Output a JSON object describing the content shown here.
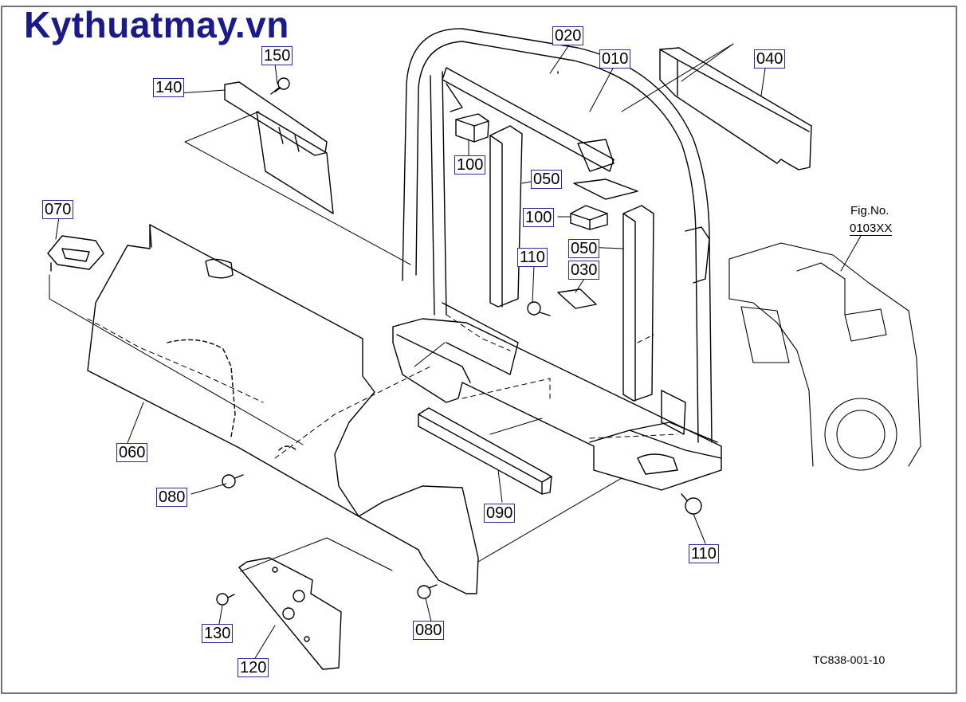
{
  "site": {
    "title": "Kythuatmay.vn"
  },
  "callouts": {
    "p010": "010",
    "p020": "020",
    "p030": "030",
    "p040": "040",
    "p050a": "050",
    "p050b": "050",
    "p060": "060",
    "p070": "070",
    "p080a": "080",
    "p080b": "080",
    "p090": "090",
    "p100a": "100",
    "p100b": "100",
    "p110a": "110",
    "p110b": "110",
    "p120": "120",
    "p130": "130",
    "p140": "140",
    "p150": "150"
  },
  "figure": {
    "ref_label": "Fig.No.",
    "ref_number": "0103XX",
    "drawing_code": "TC838-001-10"
  },
  "colors": {
    "title": "#1a1a8a",
    "callout_border": "#2a2a9a",
    "line": "#000000",
    "frame": "#444444"
  }
}
